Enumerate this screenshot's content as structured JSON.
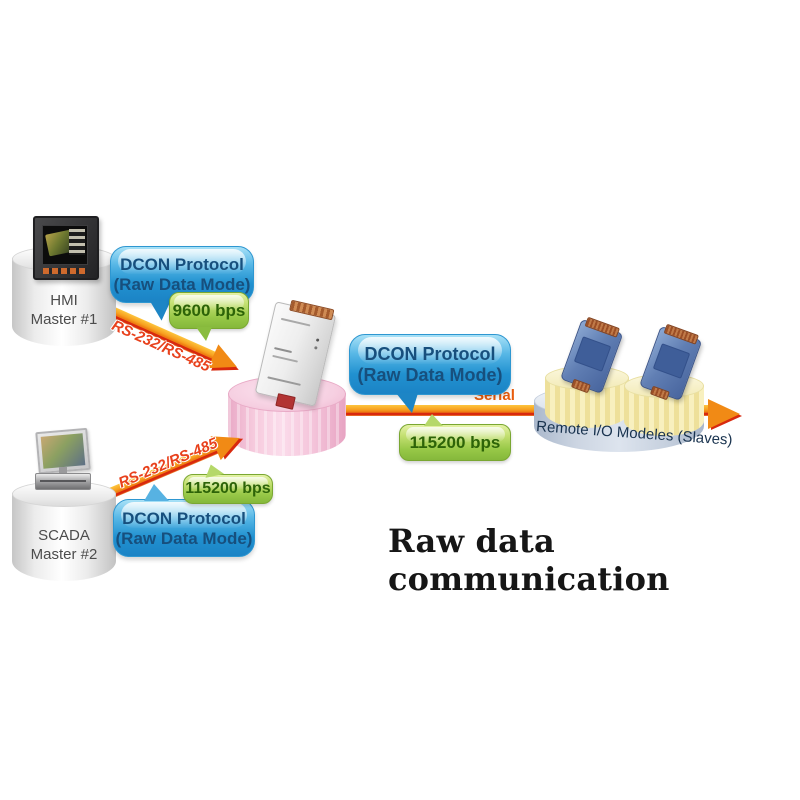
{
  "title": "Raw data communication",
  "masters": {
    "hmi": {
      "name": "HMI",
      "number": "Master #1",
      "link_label": "RS-232/RS-485",
      "protocol": {
        "line1": "DCON Protocol",
        "line2": "(Raw Data Mode)"
      },
      "speed": "9600 bps"
    },
    "scada": {
      "name": "SCADA",
      "number": "Master #2",
      "link_label": "RS-232/RS-485",
      "protocol": {
        "line1": "DCON Protocol",
        "line2": "(Raw Data Mode)"
      },
      "speed": "115200 bps"
    }
  },
  "serial_segment": {
    "link_label": "Serial",
    "protocol": {
      "line1": "DCON Protocol",
      "line2": "(Raw Data Mode)"
    },
    "speed": "115200 bps"
  },
  "slaves": {
    "label": "Remote I/O Modeles (Slaves)"
  },
  "colors": {
    "protocol_bubble_blue": "#1f8ecf",
    "speed_bubble_green": "#8bbf3d",
    "arrow_orange": "#f18a15",
    "arrow_red": "#d8290e",
    "link_label_red": "#e8411c",
    "serial_label_orange": "#e85c0d",
    "converter_platform_pink": "#f3c3d8",
    "slaves_platform_blue_gray": "#c6d0de",
    "slave_socket_yellow": "#f3ebb8",
    "title_text": "#161616"
  }
}
